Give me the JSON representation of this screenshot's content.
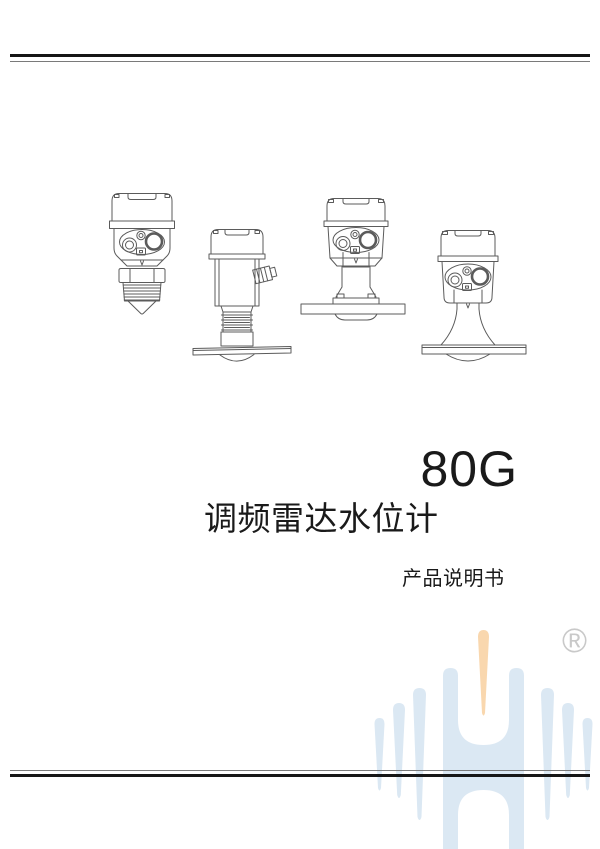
{
  "cover": {
    "model": "80G",
    "product_name": "调频雷达水位计",
    "doc_type": "产品说明书"
  },
  "logo": {
    "registered_symbol": "®"
  },
  "illustrations": {
    "items": [
      {
        "name": "radar-level-sensor-threaded-cone"
      },
      {
        "name": "radar-level-sensor-side-gland-bellows-flange"
      },
      {
        "name": "radar-level-sensor-bolted-flange"
      },
      {
        "name": "radar-level-sensor-horn-flange"
      }
    ]
  },
  "colors": {
    "text": "#1a1a1a",
    "rule_dark": "#161616",
    "rule_light": "#7a7a7a",
    "stroke": "#5b5b5b",
    "bars": "#dbe8f3",
    "flame": "#f9d7ae",
    "registered": "#c9c9c9"
  }
}
